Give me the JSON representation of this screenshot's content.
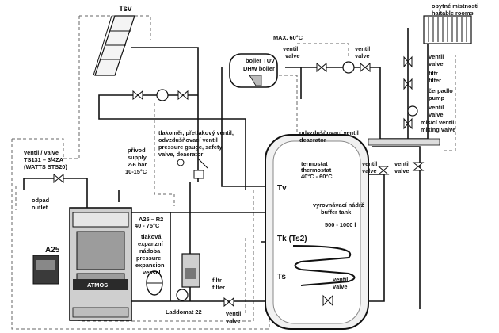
{
  "labels": {
    "tsv": "Tsv",
    "max_temp": "MAX. 60°C",
    "boiler_cz": "bojler TUV",
    "boiler_en": "DHW boiler",
    "valve_cz": "ventil",
    "valve_en": "valve",
    "radiators_cz": "obytné místnosti",
    "radiators_en": "haitable rooms",
    "filter_cz": "filtr",
    "filter_en": "filter",
    "pump_cz": "čerpadlo",
    "pump_en": "pump",
    "mix_valve_cz": "misící ventil",
    "mix_valve_en": "mixing valve",
    "safety_1": "tlakoměr, přetlakový ventil,",
    "safety_2": "odvzdušňovací ventil",
    "safety_3": "pressure gauge, safety",
    "safety_4": "valve, deaerator",
    "deaerator_cz": "odvzdušňovací ventil",
    "deaerator_en": "deaerator",
    "supply_1": "přívod",
    "supply_2": "supply",
    "supply_3": "2-6 bar",
    "supply_4": "10-15°C",
    "ts131_1": "ventil / valve",
    "ts131_2": "TS131 – 3/4ZA",
    "ts131_3": "(WATTS STS20)",
    "outlet_cz": "odpad",
    "outlet_en": "outlet",
    "thermostat_cz": "termostat",
    "thermostat_en": "thermostat",
    "thermostat_range": "40°C - 60°C",
    "tv": "Tv",
    "tk": "Tk (Ts2)",
    "ts": "Ts",
    "tank_cz": "vyrovnávací nádrž",
    "tank_en": "buffer tank",
    "tank_volume": "500 - 1000 l",
    "a25_r2": "A25 – R2",
    "temp_range": "40 - 75°C",
    "exp_1": "tlaková",
    "exp_2": "expanzní",
    "exp_3": "nádoba",
    "exp_4": "pressure",
    "exp_5": "expansion",
    "exp_6": "vessel",
    "a25": "A25",
    "atmos": "ATMOS",
    "laddomat": "Laddomat 22"
  }
}
